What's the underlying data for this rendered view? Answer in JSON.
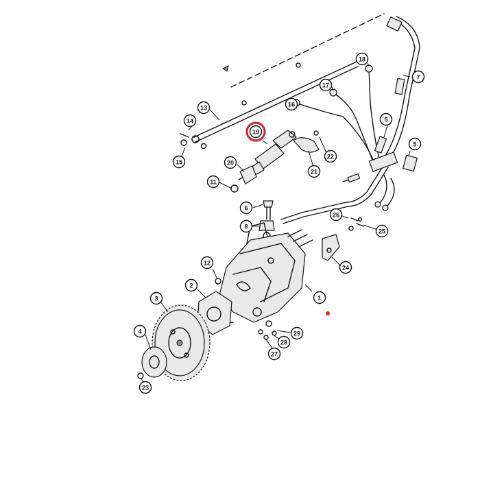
{
  "colors": {
    "highlight": "#d81f26",
    "marker": "#e8232b",
    "ink": "#111111"
  },
  "callouts": [
    {
      "id": "1",
      "label": "1"
    },
    {
      "id": "2",
      "label": "2"
    },
    {
      "id": "3",
      "label": "3"
    },
    {
      "id": "4",
      "label": "4"
    },
    {
      "id": "5a",
      "label": "5"
    },
    {
      "id": "5b",
      "label": "5"
    },
    {
      "id": "6",
      "label": "6"
    },
    {
      "id": "7",
      "label": "7"
    },
    {
      "id": "8",
      "label": "8"
    },
    {
      "id": "11",
      "label": "11"
    },
    {
      "id": "12",
      "label": "12"
    },
    {
      "id": "13",
      "label": "13"
    },
    {
      "id": "14",
      "label": "14"
    },
    {
      "id": "15",
      "label": "15"
    },
    {
      "id": "16",
      "label": "16"
    },
    {
      "id": "17",
      "label": "17"
    },
    {
      "id": "18",
      "label": "18"
    },
    {
      "id": "19",
      "label": "19"
    },
    {
      "id": "20",
      "label": "20"
    },
    {
      "id": "21",
      "label": "21"
    },
    {
      "id": "22",
      "label": "22"
    },
    {
      "id": "23",
      "label": "23"
    },
    {
      "id": "24",
      "label": "24"
    },
    {
      "id": "25",
      "label": "25"
    },
    {
      "id": "26",
      "label": "26"
    },
    {
      "id": "27",
      "label": "27"
    },
    {
      "id": "28",
      "label": "28"
    },
    {
      "id": "29",
      "label": "29"
    }
  ],
  "highlighted_callout": "19"
}
